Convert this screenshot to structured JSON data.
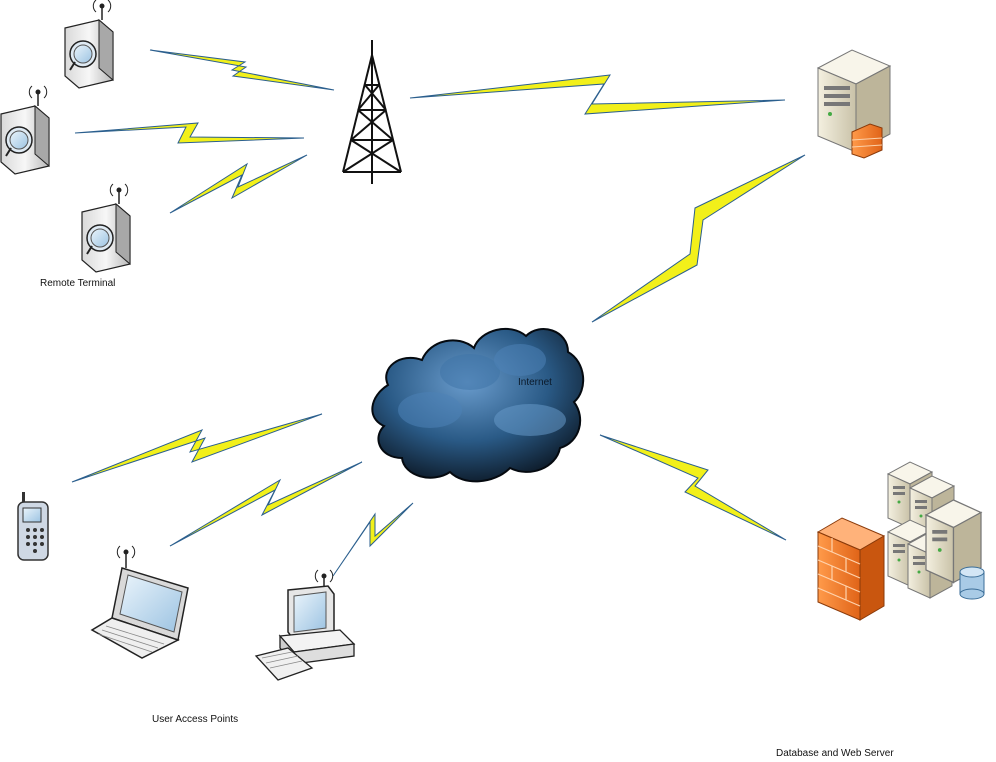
{
  "labels": {
    "remote_terminal": "Remote Terminal",
    "user_access_points": "User Access Points",
    "database_web_server": "Database and Web Server",
    "internet": "Internet"
  },
  "colors": {
    "link_fill": "#f2f01a",
    "link_edge": "#2b5f8e",
    "cloud_dark": "#0f1e2e",
    "cloud_light": "#5d8fc0",
    "firewall": "#f07a2a",
    "server": "#e9e4d2"
  },
  "icons": {
    "remote_terminals": [
      "wireless-terminal-icon",
      "wireless-terminal-icon",
      "wireless-terminal-icon"
    ],
    "tower": "radio-tower-icon",
    "server": "server-icon",
    "cloud": "internet-cloud-icon",
    "phone": "mobile-phone-icon",
    "laptop": "wireless-laptop-icon",
    "desktop": "wireless-desktop-icon",
    "firewall": "firewall-icon",
    "server_cluster": "server-cluster-icon",
    "database": "database-icon"
  }
}
